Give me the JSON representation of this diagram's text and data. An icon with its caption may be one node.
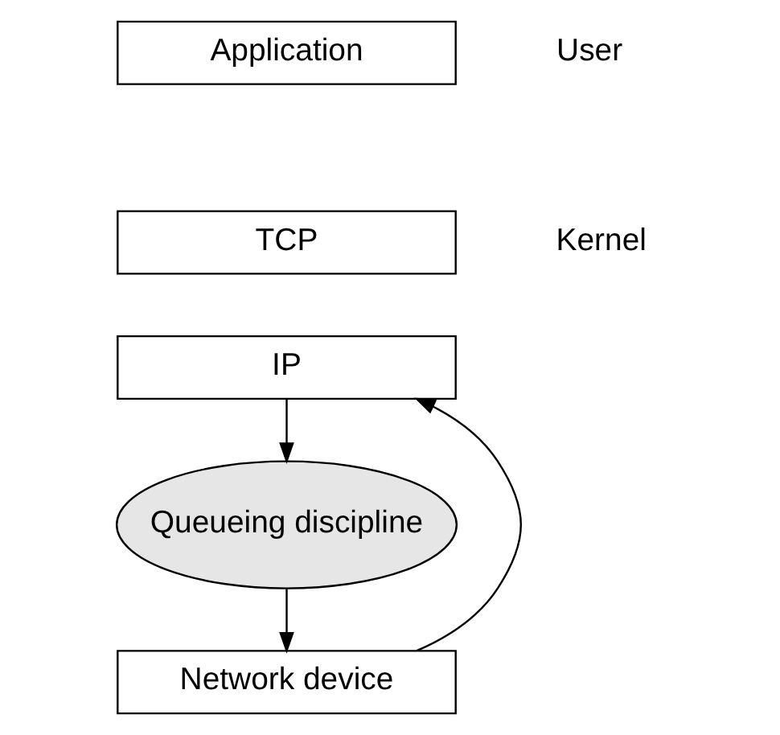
{
  "diagram": {
    "nodes": [
      {
        "text": [
          "Application"
        ]
      },
      {
        "text": [
          "TCP"
        ]
      },
      {
        "text": [
          "IP"
        ]
      },
      {
        "text": [
          "Queueing discipline"
        ]
      },
      {
        "text": [
          "Network device"
        ]
      }
    ],
    "edges": [
      {
        "from": 2,
        "to": 3,
        "arrow": "to"
      },
      {
        "from": 3,
        "to": 4,
        "arrow": "to"
      },
      {
        "from": 4,
        "to": 2,
        "arrow": "to"
      }
    ],
    "labels": [
      "User",
      "Kernel"
    ]
  }
}
